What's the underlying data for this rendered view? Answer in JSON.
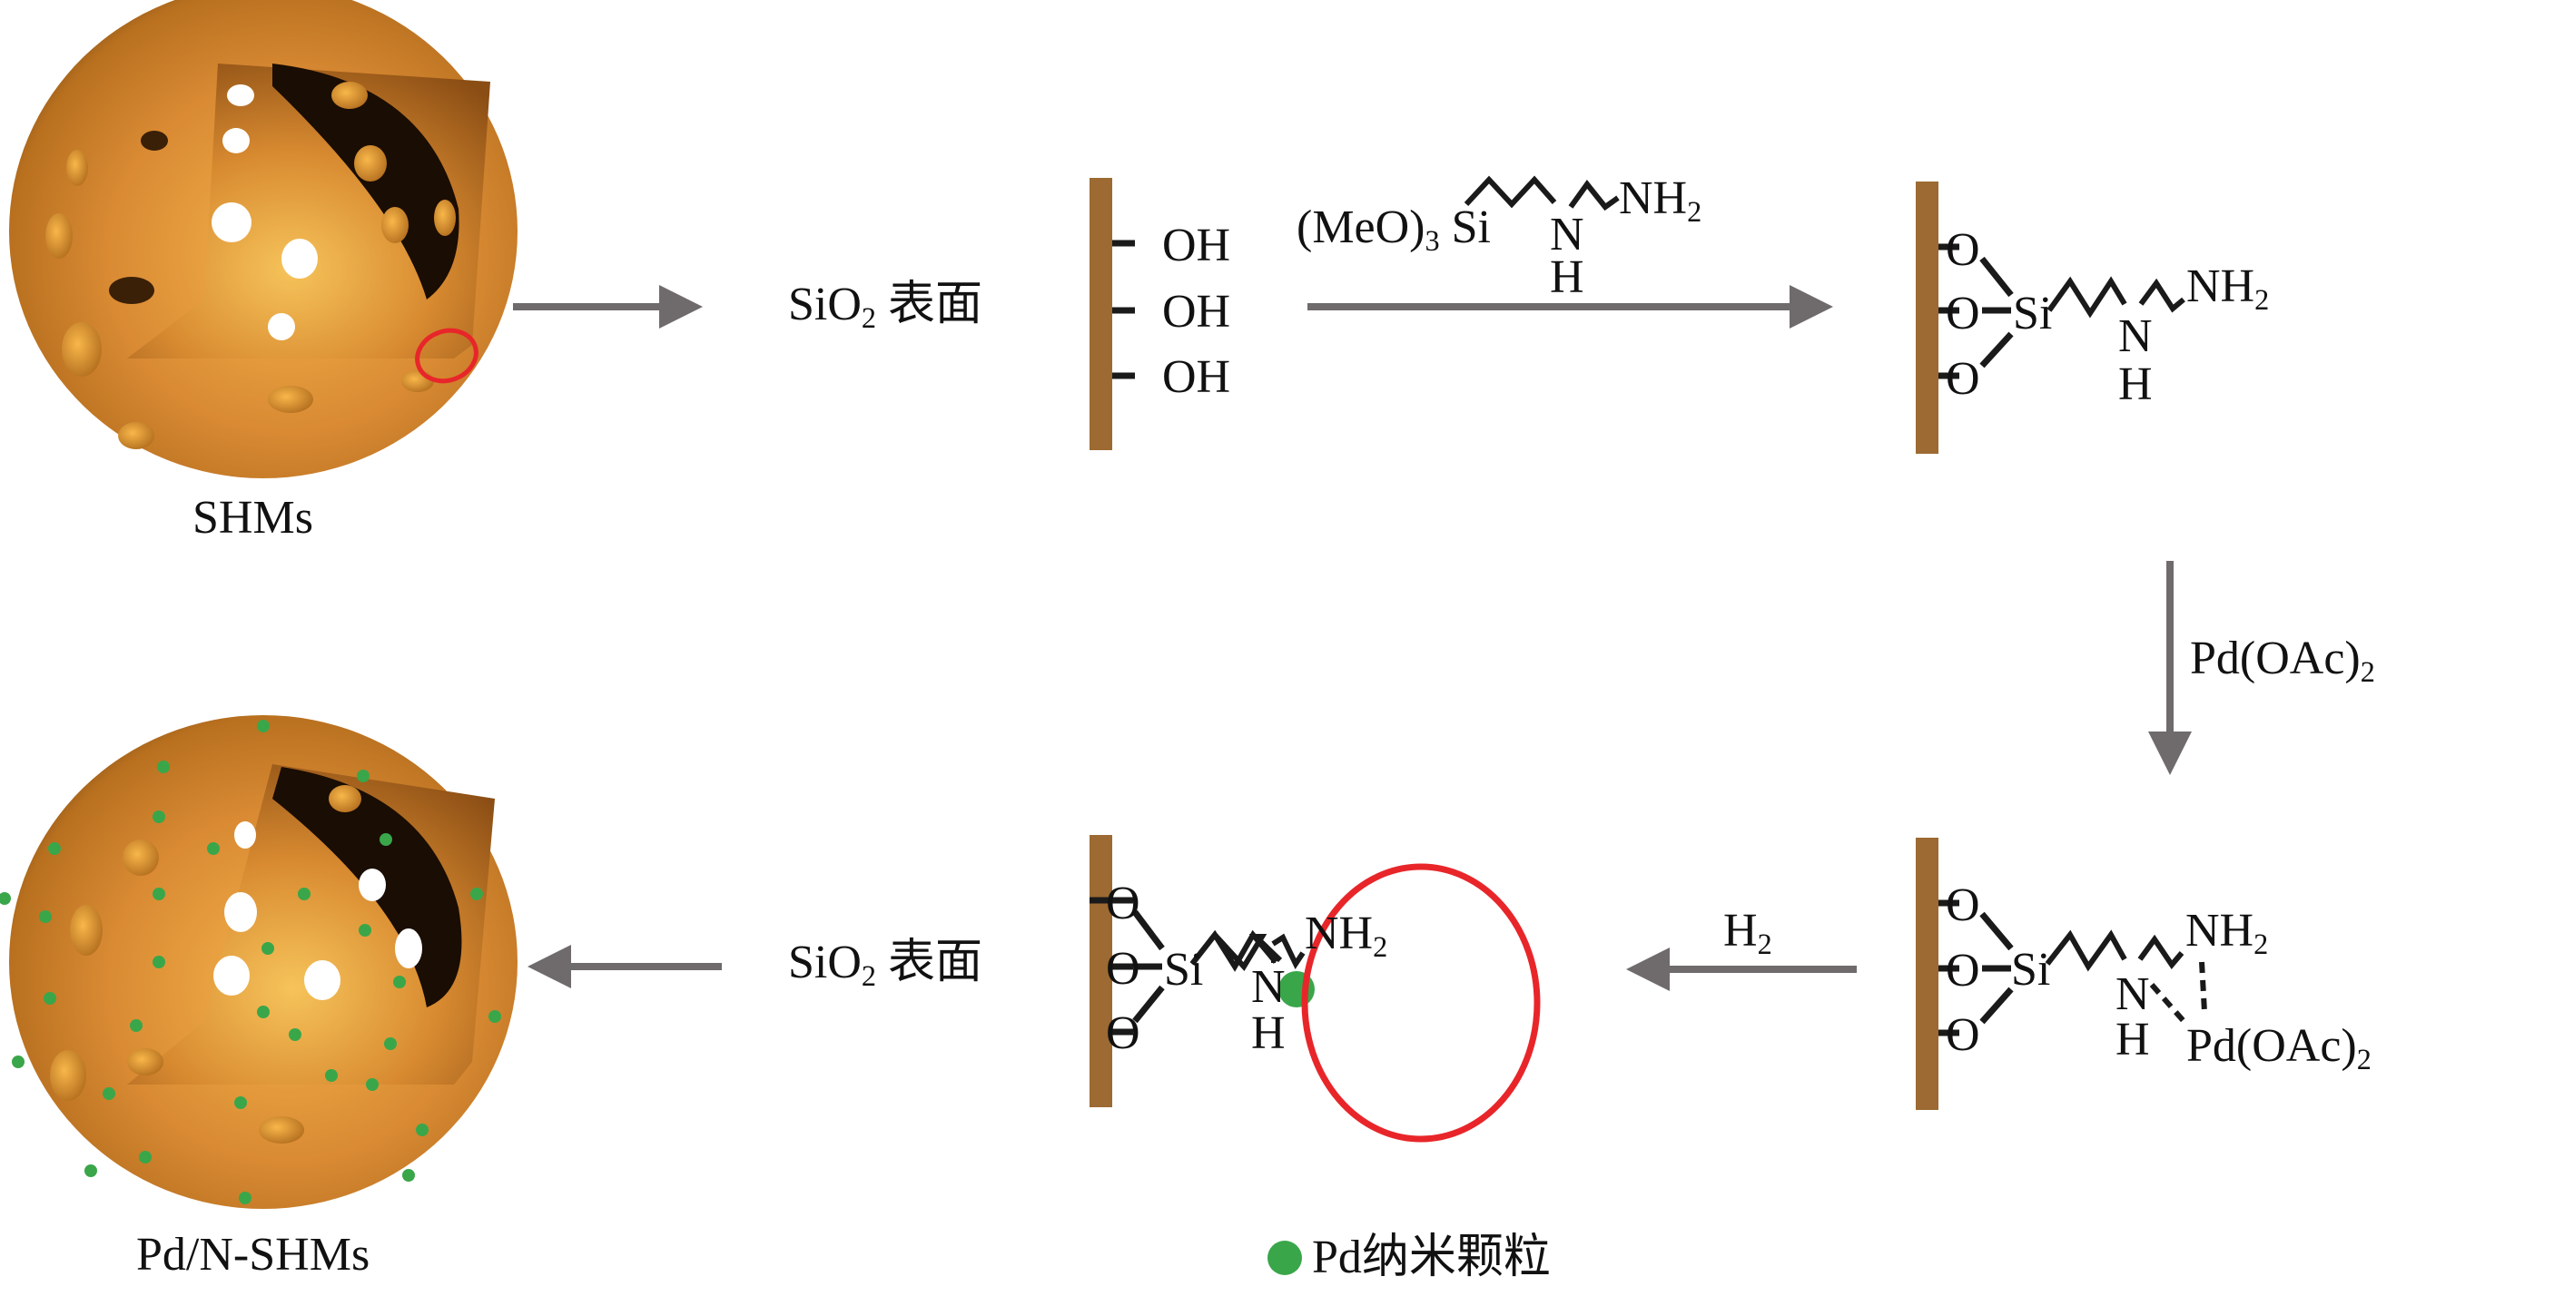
{
  "diagram": {
    "type": "reaction-scheme",
    "colors": {
      "sphere_orange": "#d98a33",
      "surface_bar": "#9c6a32",
      "arrow_gray": "#6f6b6c",
      "bond_black": "#1a1a1a",
      "highlight_red": "#e8262a",
      "pd_green": "#3aa64a"
    },
    "particles": {
      "shm": {
        "label": "SHMs"
      },
      "pd_shm": {
        "label": "Pd/N-SHMs"
      }
    },
    "surface_label": {
      "prefix": "SiO",
      "subscript": "2",
      "suffix": " 表面"
    },
    "step1": {
      "groups": [
        "OH",
        "OH",
        "OH"
      ]
    },
    "reagent_silane": {
      "prefix": "(MeO)",
      "subscript": "3",
      "suffix": " Si",
      "nh": "N",
      "h": "H",
      "nh2": "NH",
      "nh2_sub": "2"
    },
    "step2": {
      "oxygens": [
        "O",
        "O",
        "O"
      ],
      "si": "Si",
      "n": "N",
      "h": "H",
      "nh2": "NH",
      "nh2_sub": "2"
    },
    "reagent_pd": {
      "prefix": "Pd(OAc)",
      "subscript": "2"
    },
    "step3": {
      "oxygens": [
        "O",
        "O",
        "O"
      ],
      "si": "Si",
      "n": "N",
      "h": "H",
      "nh2": "NH",
      "nh2_sub": "2",
      "pd": "Pd(OAc)",
      "pd_sub": "2"
    },
    "reagent_h2": {
      "prefix": "H",
      "subscript": "2"
    },
    "step4": {
      "oxygens": [
        "O",
        "O",
        "O"
      ],
      "si": "Si",
      "n": "N",
      "h": "H",
      "nh2": "NH",
      "nh2_sub": "2"
    },
    "legend": {
      "label": "Pd纳米颗粒"
    }
  }
}
